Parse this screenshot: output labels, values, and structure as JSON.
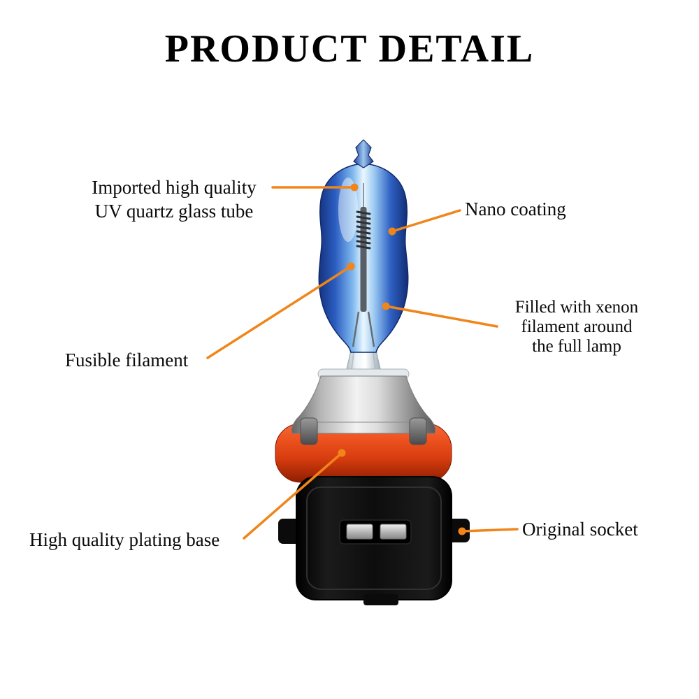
{
  "title": "PRODUCT DETAIL",
  "colors": {
    "accent_leader_line": "#F08519",
    "text": "#0a0a0a",
    "background": "#ffffff",
    "bulb_glass_blue": "#2a5cc0",
    "gasket_red": "#e04a16",
    "socket_black": "#0b0b0b"
  },
  "illustration": "car-halogen-bulb",
  "labels": {
    "uv_glass": "Imported high quality\nUV quartz glass tube",
    "nano_coating": "Nano coating",
    "fusible_filament": "Fusible filament",
    "xenon_fill": "Filled with xenon\nfilament around\nthe full lamp",
    "plating_base": "High quality plating base",
    "original_socket": "Original socket"
  }
}
